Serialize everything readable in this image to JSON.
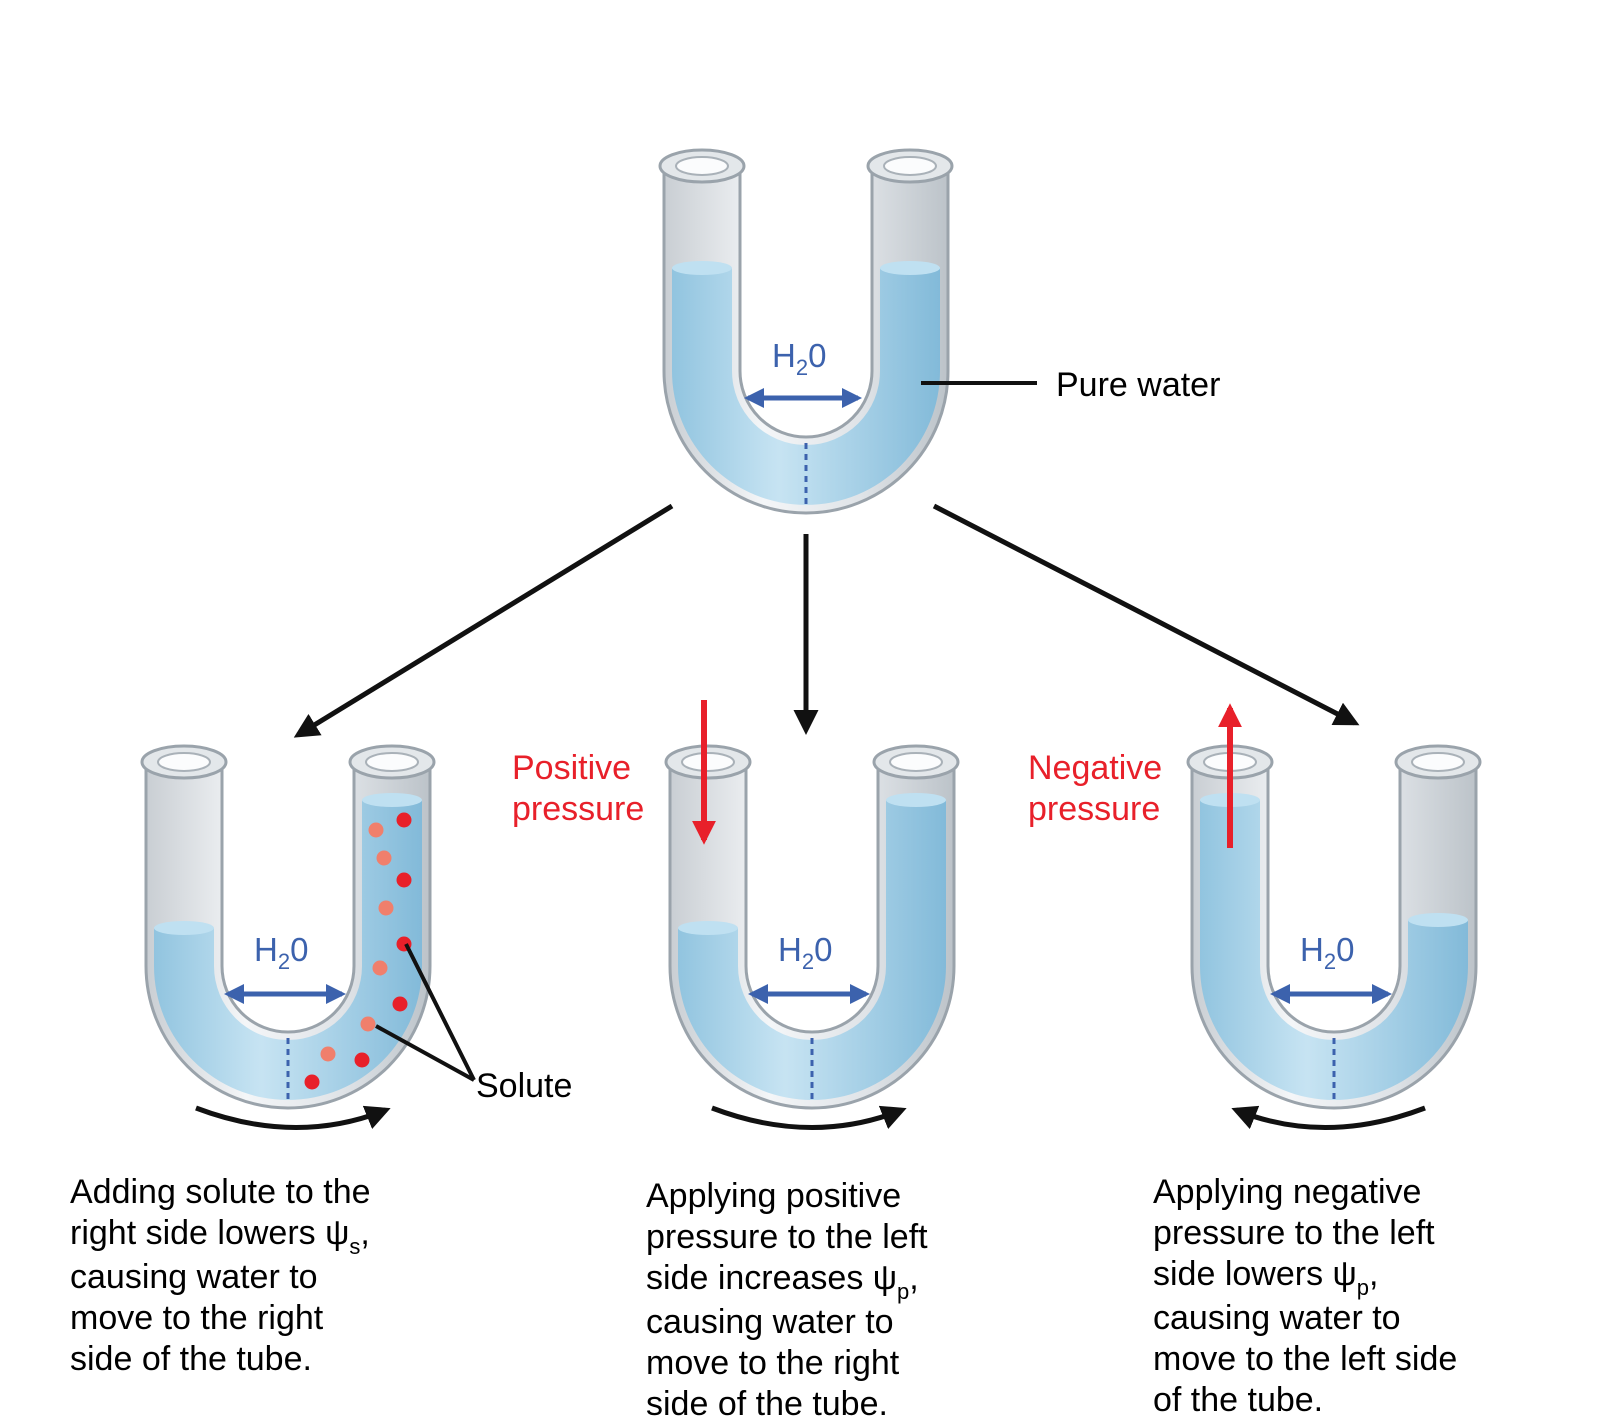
{
  "labels": {
    "pure_water": "Pure water",
    "solute": "Solute",
    "positive_pressure_line1": "Positive",
    "positive_pressure_line2": "pressure",
    "negative_pressure_line1": "Negative",
    "negative_pressure_line2": "pressure",
    "h2o_main": "H",
    "h2o_sub": "2",
    "h2o_tail": "0"
  },
  "captions": {
    "left": [
      "Adding solute to the",
      "right side lowers ψ",
      "s",
      ",",
      "causing water to",
      "move to the right",
      "side of the tube."
    ],
    "middle": [
      "Applying positive",
      "pressure to the left",
      "side increases ψ",
      "p",
      ",",
      "causing water to",
      "move to the right",
      "side of the tube."
    ],
    "right": [
      "Applying negative",
      "pressure to the left",
      "side lowers ψ",
      "p",
      ",",
      "causing water to",
      "move to the left side",
      "of the tube."
    ]
  },
  "colors": {
    "water": "#a9d3ea",
    "water_dark": "#7fbcdc",
    "glass": "#d9dde1",
    "glass_edge": "#9aa3ab",
    "blue_arrow": "#3c62ad",
    "red": "#e8202a",
    "black": "#111111",
    "solute_bright": "#e8202a",
    "solute_light": "#f07f6c"
  }
}
